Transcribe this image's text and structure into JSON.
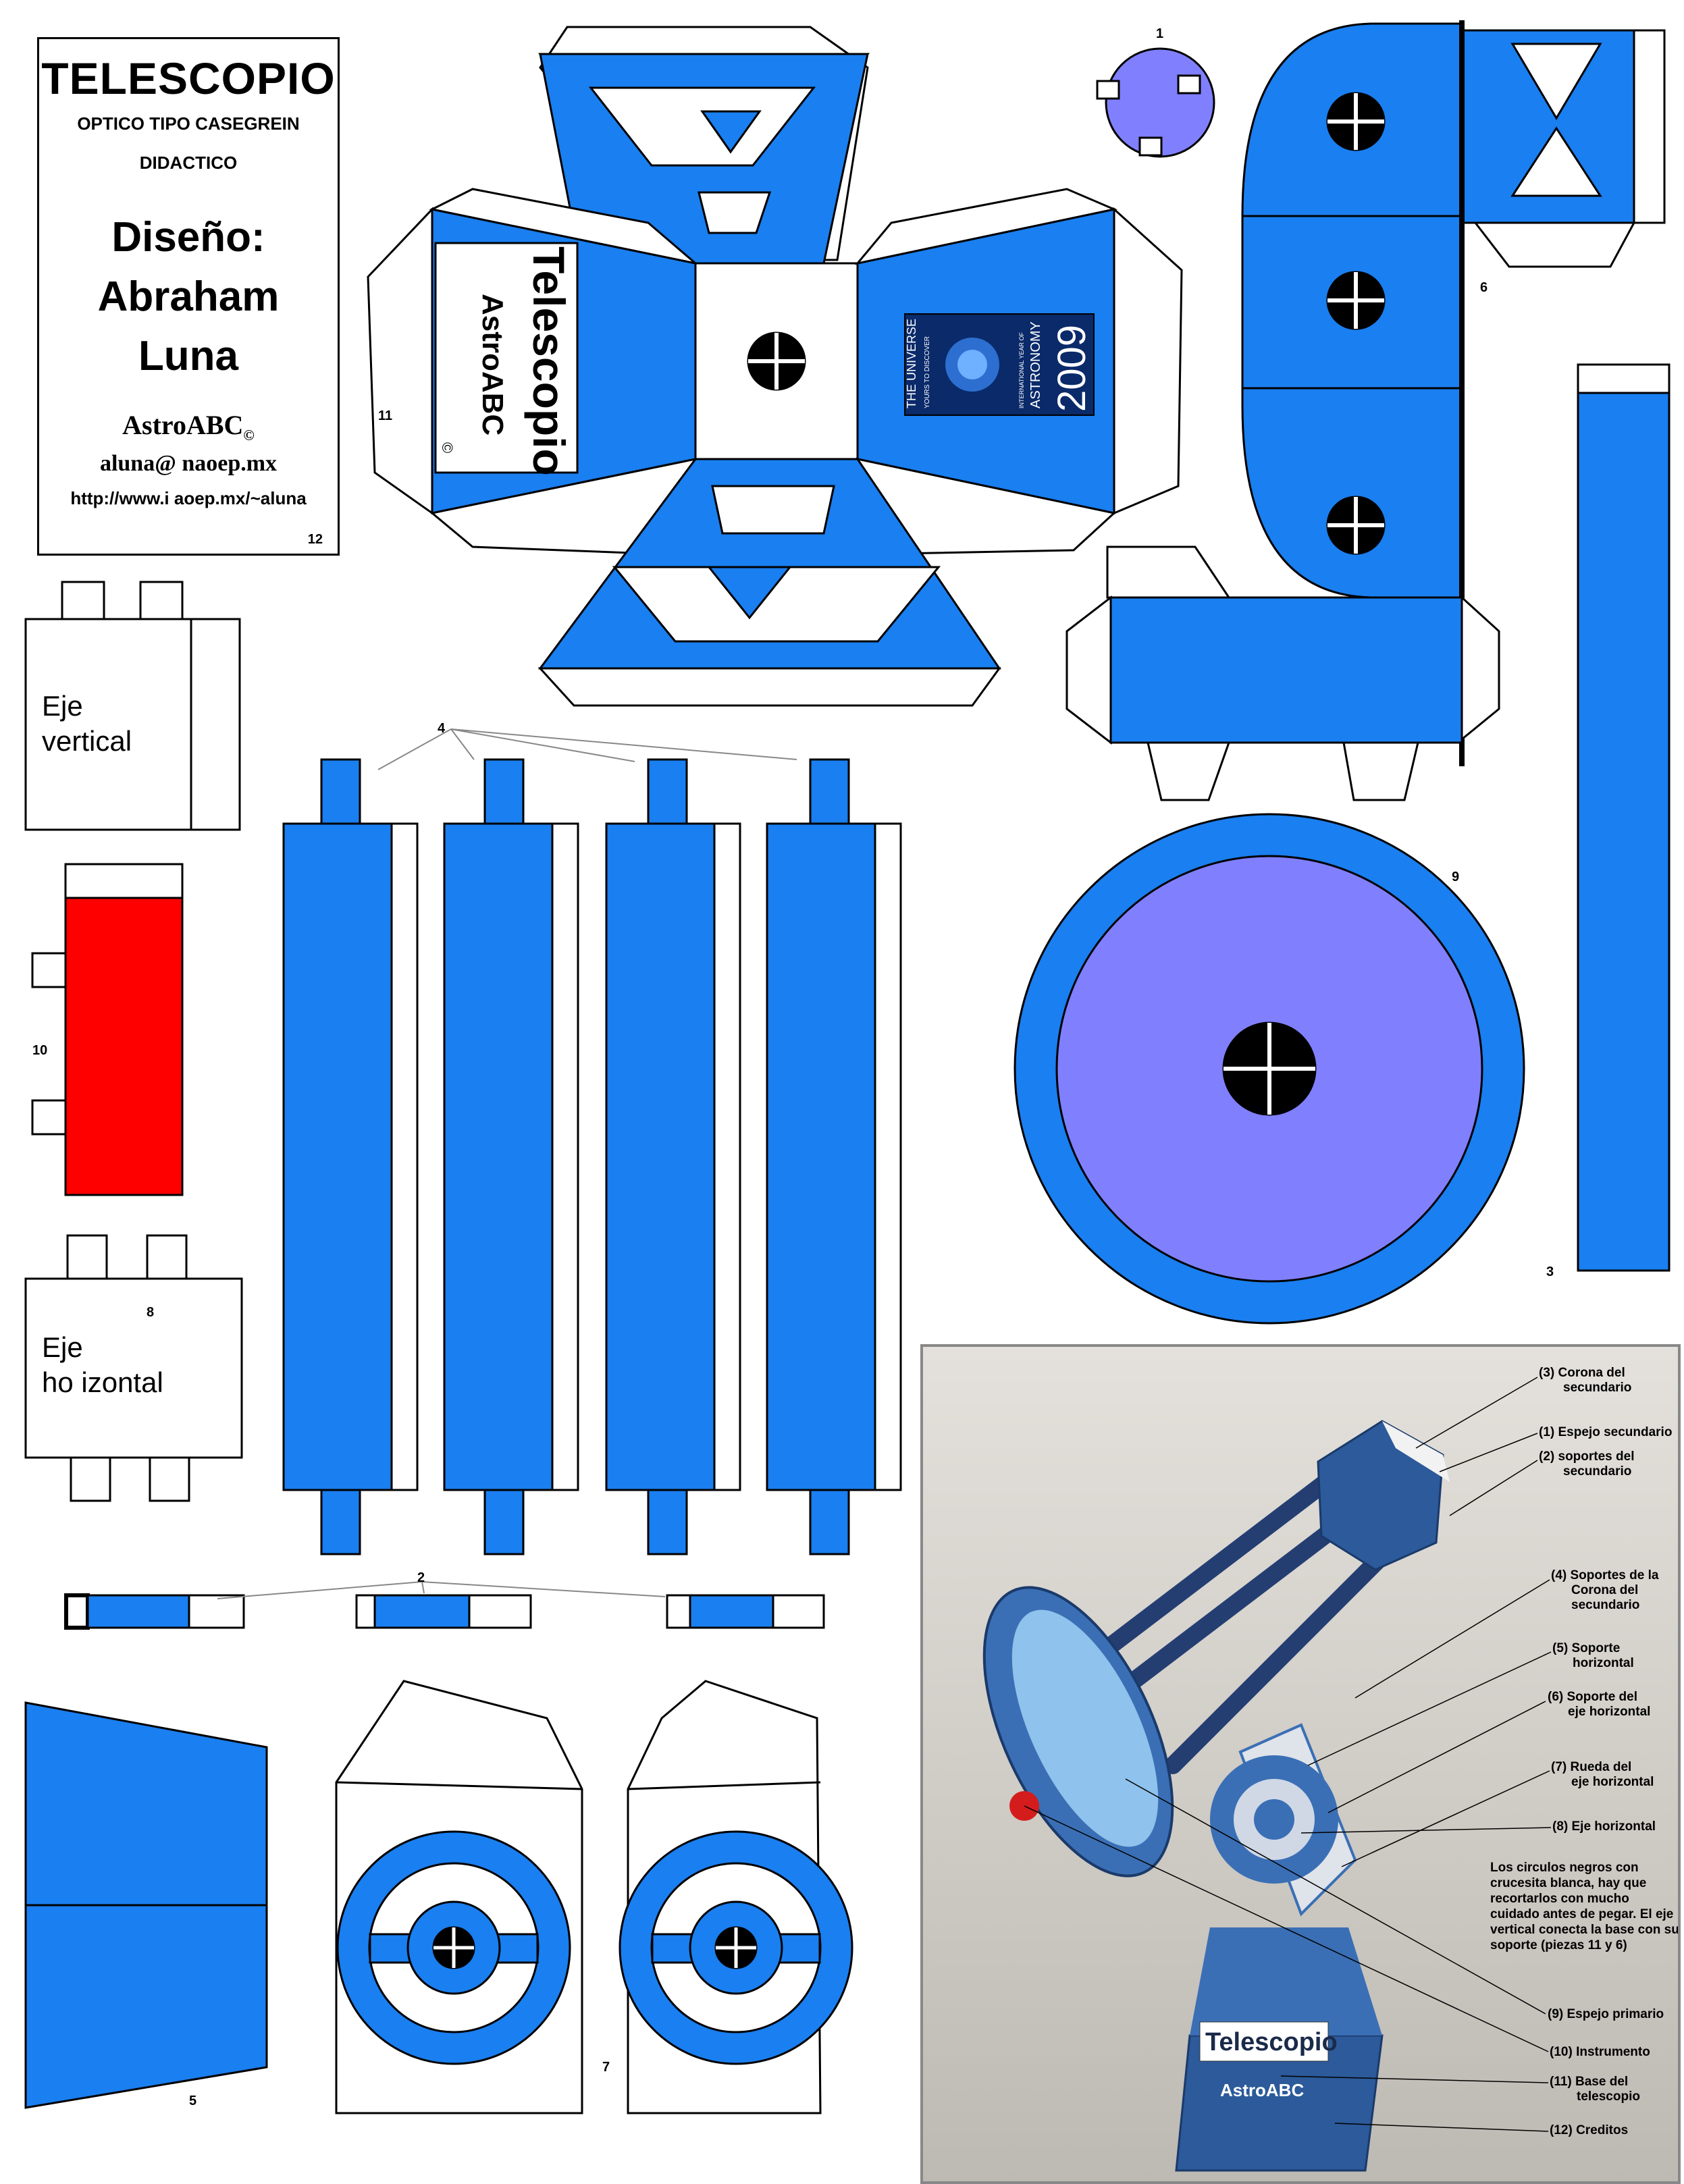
{
  "credits": {
    "title": "TELESCOPIO",
    "subtitle": "OPTICO TIPO CASEGREIN",
    "subtitle2": "DIDACTICO",
    "design_label": "Diseño:",
    "designer_first": "Abraham",
    "designer_last": "Luna",
    "brand": "AstroABC",
    "copyright": "©",
    "email": "aluna@ naoep.mx",
    "url": "http://www.i  aoep.mx/~aluna",
    "number": "12"
  },
  "pieces": {
    "p1": "1",
    "p2": "2",
    "p3": "3",
    "p4": "4",
    "p5": "5",
    "p6": "6",
    "p7": "7",
    "p8": "8",
    "p9": "9",
    "p10": "10",
    "p11": "11"
  },
  "labels": {
    "eje_vertical_1": "Eje",
    "eje_vertical_2": "vertical",
    "eje_horizontal_1": "Eje",
    "eje_horizontal_2": "ho izontal",
    "telescopio": "Telescopio",
    "astroabc": "AstroABC",
    "c_mark": "©"
  },
  "logo": {
    "line1": "THE UNIVERSE",
    "line2": "YOURS TO DISCOVER",
    "line3": "INTERNATIONAL YEAR OF",
    "line4": "ASTRONOMY",
    "year": "2009"
  },
  "photo": {
    "callouts": [
      {
        "l1": "(3) Corona del",
        "l2": "secundario"
      },
      {
        "l1": "(1) Espejo secundario",
        "l2": ""
      },
      {
        "l1": "(2)  soportes del",
        "l2": "secundario"
      },
      {
        "l1": "(4) Soportes de la",
        "l2": "Corona del",
        "l3": "secundario"
      },
      {
        "l1": "(5) Soporte",
        "l2": "horizontal"
      },
      {
        "l1": "(6) Soporte del",
        "l2": "eje horizontal"
      },
      {
        "l1": "(7) Rueda del",
        "l2": "eje horizontal"
      },
      {
        "l1": "(8) Eje  horizontal",
        "l2": ""
      },
      {
        "l1": "(9) Espejo primario",
        "l2": ""
      },
      {
        "l1": "(10) Instrumento",
        "l2": ""
      },
      {
        "l1": "(11) Base del",
        "l2": "telescopio"
      },
      {
        "l1": "(12) Creditos",
        "l2": ""
      }
    ],
    "note": "Los circulos negros con crucesita blanca, hay que recortarlos con mucho cuidado antes de pegar. El eje vertical conecta la base con su soporte (piezas 11 y 6)",
    "base_text": "Telescopio",
    "base_brand": "AstroABC"
  },
  "colors": {
    "blue": "#1a7ff0",
    "lavender": "#8080ff",
    "red": "#ff0000",
    "black": "#000000"
  }
}
